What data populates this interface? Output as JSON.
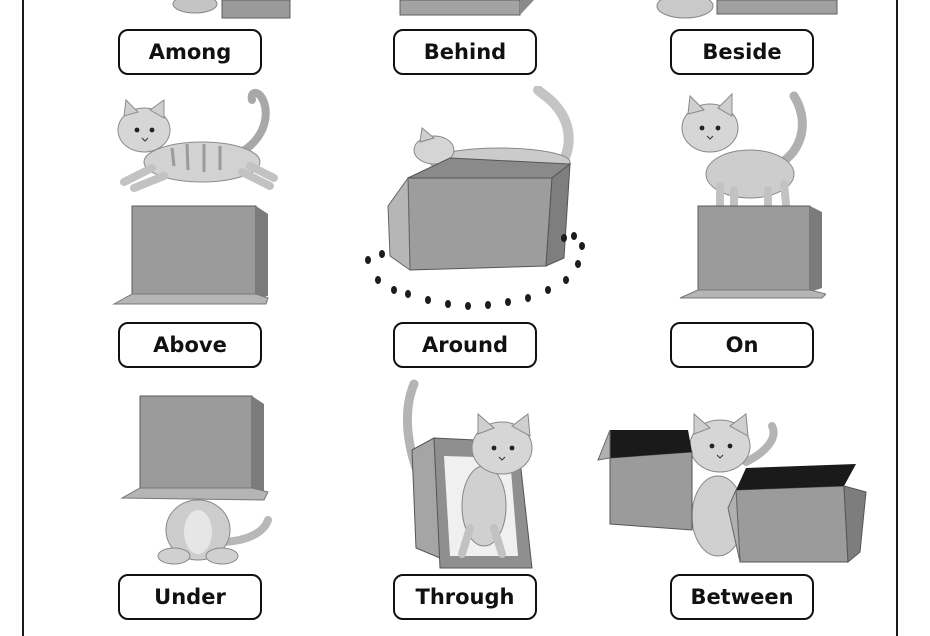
{
  "labels": {
    "among": "Among",
    "behind": "Behind",
    "beside": "Beside",
    "above": "Above",
    "around": "Around",
    "on": "On",
    "under": "Under",
    "through": "Through",
    "between": "Between"
  }
}
